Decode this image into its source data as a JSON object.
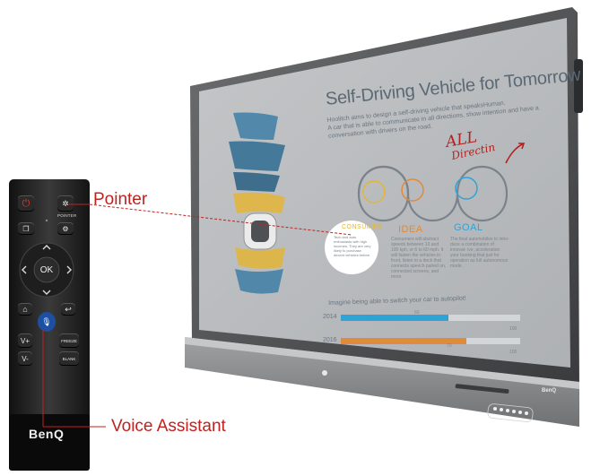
{
  "slide": {
    "title": "Self-Driving Vehicle for Tomorrow",
    "body_line1": "Hoolitch aims to design a self-driving vehicle that speaksHuman.",
    "body_line2": "A car that is able to communicate in all directions, show intention and have a",
    "body_line3": "conversation with drivers on the road.",
    "annotation_all": "ALL",
    "annotation_direction": "Directin",
    "steps": [
      {
        "label": "CONSUMER",
        "text": "Tech and auto enthusiasts with high incomes. They are very likely to purchase decent vehicles before."
      },
      {
        "label": "IDEA",
        "text": "Consumers will abstract speeds between 10 and 100 kph, or 6 to 60 mph. It will fasten the vehicles in front, listen to a dock that connects speech paired on, connected screens, and more."
      },
      {
        "label": "GOAL",
        "text": "The final automobiles to intro- duce a combination of innovat- ive, acceleration your booking that just for operation as full autonomous mode."
      }
    ],
    "bar_question": "Imagine being able to switch your car to autopilot!",
    "bars": [
      {
        "year": "2014",
        "value": 60,
        "max_label": "100",
        "mid_label": "60",
        "color": "#2fa3d6"
      },
      {
        "year": "2016",
        "value": 70,
        "max_label": "100",
        "mid_label": "70",
        "color": "#e08a3c"
      }
    ],
    "frame_brand": "BenQ"
  },
  "remote": {
    "pointer_label": "POINTER",
    "ok_label": "OK",
    "vol_up": "V+",
    "vol_down": "V-",
    "freeze_label": "FREEZE",
    "blank_label": "BLANK",
    "brand": "BenQ"
  },
  "callouts": {
    "pointer": "Pointer",
    "voice": "Voice Assistant"
  },
  "colors": {
    "accent_red": "#c0221e",
    "consumer_yellow": "#f2c12e",
    "idea_orange": "#e08a3c",
    "goal_blue": "#2fa3d6",
    "screen_bg": "#b9bcbf"
  }
}
